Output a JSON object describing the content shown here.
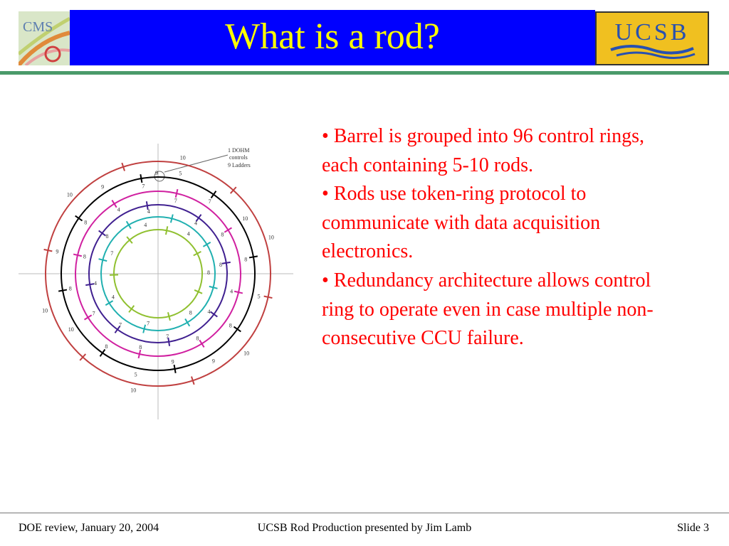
{
  "slide": {
    "title": "What is a rod?",
    "bullets": [
      "•  Barrel is grouped into 96 control rings, each containing 5-10 rods.",
      "•  Rods use token-ring protocol to communicate with data acquisition electronics.",
      "•  Redundancy architecture allows control ring to operate even in case multiple non-consecutive CCU failure."
    ]
  },
  "logos": {
    "cms": {
      "text": "CMS"
    },
    "ucsb": {
      "text": "UCSB"
    }
  },
  "diagram": {
    "callout": [
      "1  DOHM",
      "controls",
      "9  Ladders"
    ],
    "ring_labels": {
      "red": [
        "10",
        "10",
        "10",
        "10",
        "10",
        "10"
      ],
      "black": [
        "9",
        "5",
        "10",
        "9",
        "9",
        "5",
        "10",
        "5"
      ],
      "magenta": [
        "9",
        "8",
        "8",
        "8",
        "7",
        "7",
        "8",
        "8"
      ],
      "purple": [
        "8",
        "7",
        "8",
        "4",
        "7",
        "8",
        "4",
        "8"
      ],
      "cyan": [
        "7",
        "4",
        "8",
        "4",
        "4",
        "8",
        "4",
        "7"
      ],
      "green": [
        "4",
        "7",
        "4",
        "4",
        "8",
        "8",
        "7"
      ]
    },
    "top_label": "9"
  },
  "footer": {
    "left": "DOE review, January 20, 2004",
    "center": "UCSB Rod Production presented by Jim Lamb",
    "right": "Slide 3"
  },
  "colors": {
    "title_band": "#0000ff",
    "title_text": "#ffff00",
    "bullet_text": "#ff0000",
    "rule": "#4a9a6a",
    "ucsb_gold": "#f0c020",
    "ucsb_blue": "#2850b0"
  }
}
